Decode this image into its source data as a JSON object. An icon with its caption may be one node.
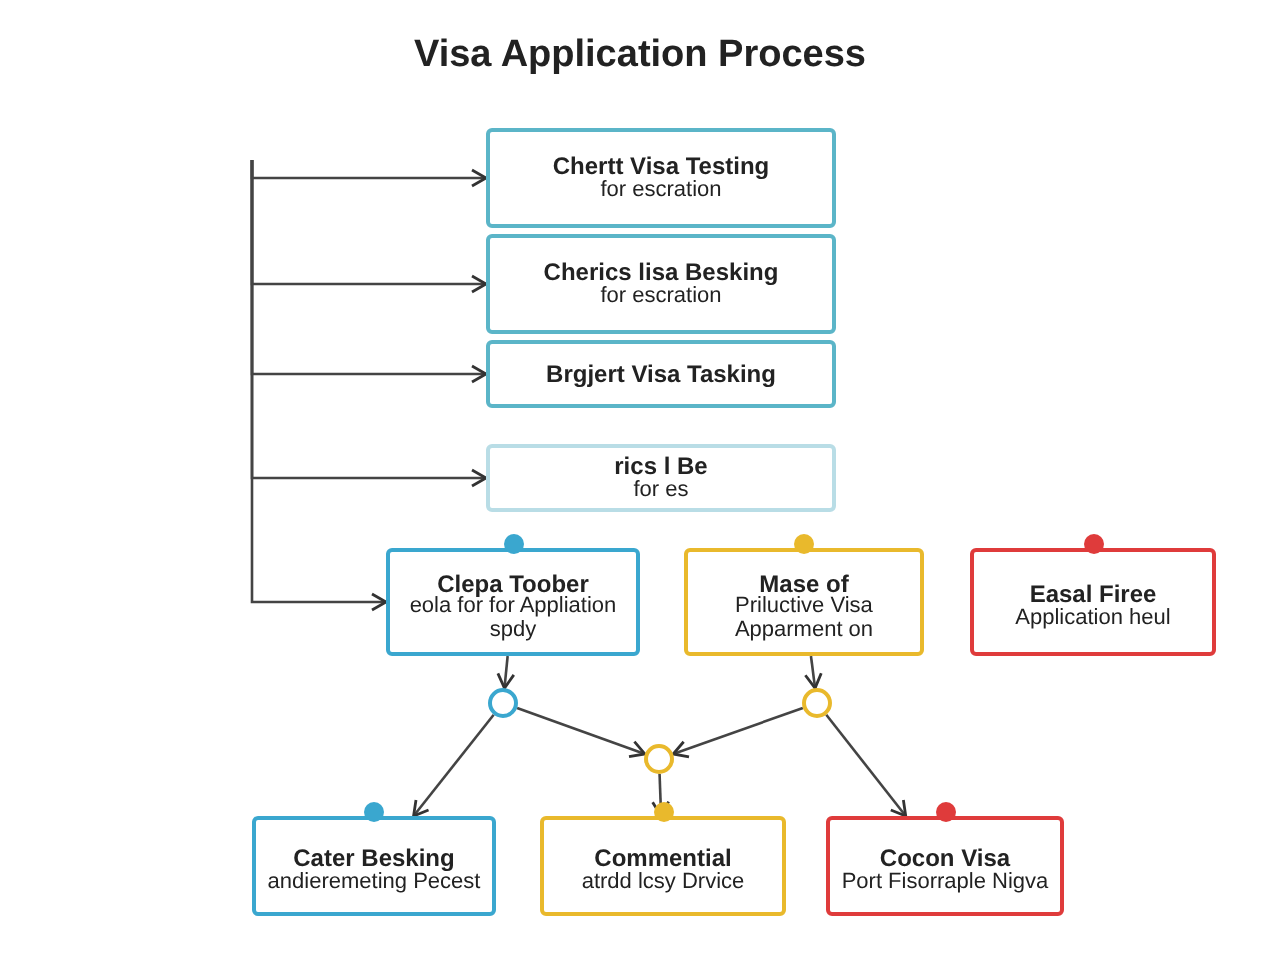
{
  "diagram": {
    "title": "Visa Application Process",
    "nodes": [
      {
        "text": [
          "Chertt Visa Testing",
          "for escration"
        ]
      },
      {
        "text": [
          "Cherics lisa Besking",
          "for escration"
        ]
      },
      {
        "text": [
          "Brgjert Visa Tasking"
        ]
      },
      {
        "text": [
          "rics l Be",
          "for es"
        ]
      },
      {
        "text": [
          "Clepa Toober",
          "eola for for Appliation spdy"
        ]
      },
      {
        "text": [
          "Mase of",
          "Priluctive Visa Apparment on"
        ]
      },
      {
        "text": [
          "Easal Firee",
          "Application heul"
        ]
      },
      {
        "text": [],
        "shape": "circle"
      },
      {
        "text": [],
        "shape": "circle"
      },
      {
        "text": [],
        "shape": "circle"
      },
      {
        "text": [
          "Cater Besking",
          "andieremeting Pecest"
        ]
      },
      {
        "text": [
          "Commential",
          "atrdd lcsy Drvice"
        ]
      },
      {
        "text": [
          "Cocon Visa",
          "Port Fisorraple Nigva"
        ]
      }
    ],
    "edges": [
      {
        "from": null,
        "to": 0,
        "arrow": "to"
      },
      {
        "from": null,
        "to": 1,
        "arrow": "to"
      },
      {
        "from": null,
        "to": 2,
        "arrow": "to"
      },
      {
        "from": null,
        "to": 3,
        "arrow": "to"
      },
      {
        "from": null,
        "to": 4,
        "arrow": "to"
      },
      {
        "from": 4,
        "to": 7,
        "arrow": "to"
      },
      {
        "from": 5,
        "to": 8,
        "arrow": "to"
      },
      {
        "from": 7,
        "to": 10,
        "arrow": "to"
      },
      {
        "from": 7,
        "to": 9,
        "arrow": "to"
      },
      {
        "from": 8,
        "to": 9,
        "arrow": "to"
      },
      {
        "from": 8,
        "to": 12,
        "arrow": "to"
      },
      {
        "from": 9,
        "to": 11,
        "arrow": "to"
      }
    ]
  }
}
